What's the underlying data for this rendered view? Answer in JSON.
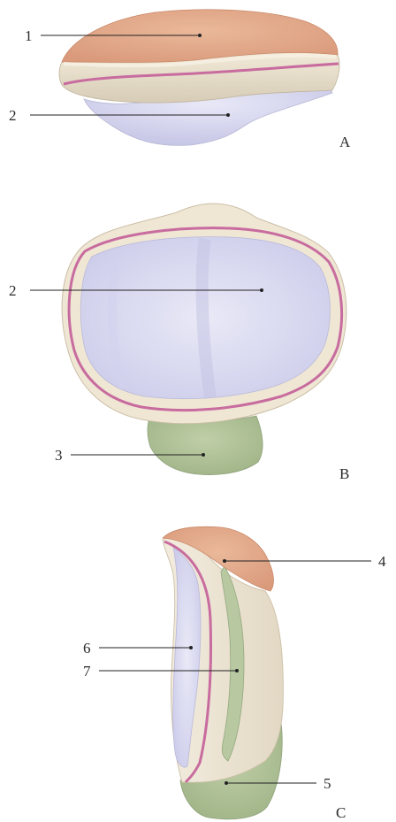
{
  "figure": {
    "panels": [
      {
        "id": "A",
        "label": "A"
      },
      {
        "id": "B",
        "label": "B"
      },
      {
        "id": "C",
        "label": "C"
      }
    ],
    "callouts": [
      {
        "id": "a1",
        "label": "1"
      },
      {
        "id": "a2",
        "label": "2"
      },
      {
        "id": "b2",
        "label": "2"
      },
      {
        "id": "b3",
        "label": "3"
      },
      {
        "id": "c4",
        "label": "4"
      },
      {
        "id": "c6",
        "label": "6"
      },
      {
        "id": "c7",
        "label": "7"
      },
      {
        "id": "c5",
        "label": "5"
      }
    ]
  },
  "colors": {
    "articular_cartilage": "#d9d9f2",
    "articular_shade": "#c8c8e8",
    "bone_surface": "#ece3d2",
    "bone_shade": "#d8cdb8",
    "orange_region": "#e3a98a",
    "green_region": "#b3c49a",
    "pink_line": "#c86c9f",
    "green_stripe": "#b8c9a2"
  }
}
